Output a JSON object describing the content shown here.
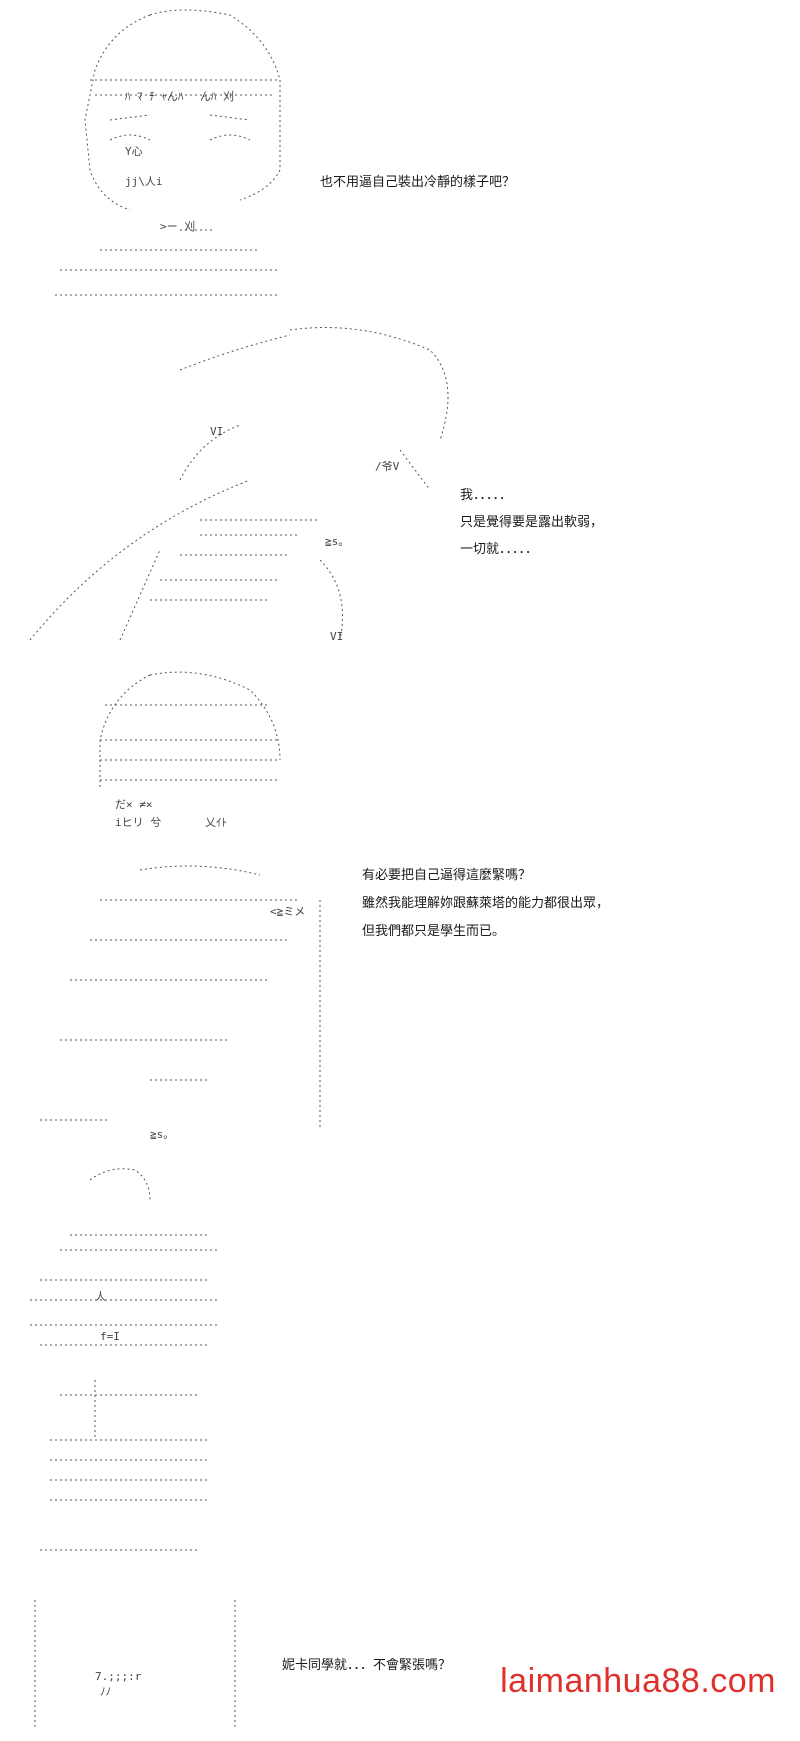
{
  "panels": [
    {
      "lines": [
        "也不用逼自己裝出冷靜的樣子吧？"
      ]
    },
    {
      "lines": [
        "我．．．．．",
        "只是覺得要是露出軟弱，",
        "一切就．．．．．"
      ]
    },
    {
      "lines": [
        "有必要把自己逼得這麼緊嗎？",
        "雖然我能理解妳跟蘇萊塔的能力都很出眾，",
        "但我們都只是學生而已。"
      ]
    },
    {
      "lines": [
        "妮卡同學就．．．不會緊張嗎？"
      ]
    }
  ],
  "watermark": "laimanhua88.com"
}
